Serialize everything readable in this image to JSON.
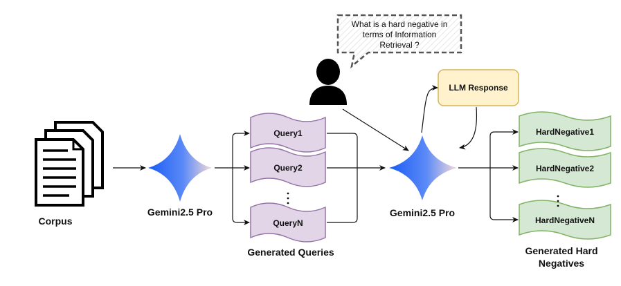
{
  "corpus_label": "Corpus",
  "model1_label": "Gemini2.5 Pro",
  "model2_label": "Gemini2.5 Pro",
  "queries": [
    "Query1",
    "Query2",
    "QueryN"
  ],
  "queries_caption": "Generated Queries",
  "question_lines": [
    "What is a hard negative in",
    "terms of Information",
    "Retrieval ?"
  ],
  "llm_response": "LLM Response",
  "negatives": [
    "HardNegative1",
    "HardNegative2",
    "HardNegativeN"
  ],
  "negatives_caption_lines": [
    "Generated Hard",
    "Negatives"
  ],
  "icons": {
    "corpus": "document-stack-icon",
    "model": "gemini-sparkle-icon",
    "user": "user-icon"
  },
  "colors": {
    "query_fill": "#e1d5e7",
    "query_stroke": "#9673a6",
    "negative_fill": "#d5e8d4",
    "negative_stroke": "#82b366",
    "response_fill": "#fff2cc",
    "response_stroke": "#d6b656",
    "gemini_blue": "#1a5cf5"
  }
}
